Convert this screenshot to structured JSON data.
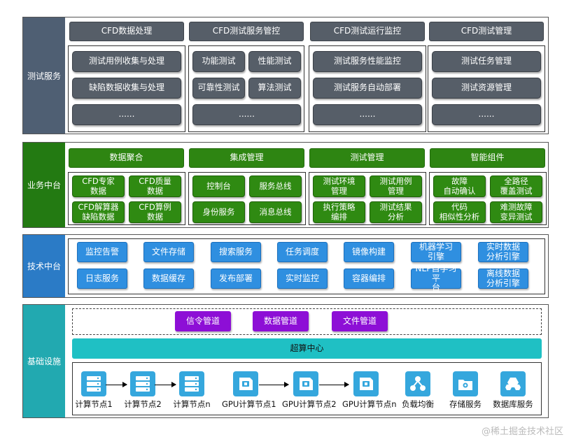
{
  "layers": {
    "test_services": {
      "label": "测试服务",
      "columns": [
        {
          "title": "CFD数据处理"
        },
        {
          "title": "CFD测试服务管控"
        },
        {
          "title": "CFD测试运行监控"
        },
        {
          "title": "CFD测试管理"
        }
      ],
      "items": {
        "c1": [
          "测试用例收集与处理",
          "缺陷数据收集与处理",
          "......"
        ],
        "c2": [
          "功能测试",
          "性能测试",
          "可靠性测试",
          "算法测试",
          "......"
        ],
        "c3": [
          "测试服务性能监控",
          "测试服务自动部署",
          "......"
        ],
        "c4": [
          "测试任务管理",
          "测试资源管理",
          "......"
        ]
      }
    },
    "business": {
      "label": "业务中台",
      "columns": [
        {
          "title": "数据聚合"
        },
        {
          "title": "集成管理"
        },
        {
          "title": "测试管理"
        },
        {
          "title": "智能组件"
        }
      ],
      "items": {
        "c1": [
          "CFD专家\n数据",
          "CFD质量\n数据",
          "CFD解算器\n缺陷数据",
          "CFD算例\n数据"
        ],
        "c2": [
          "控制台",
          "服务总线",
          "身份服务",
          "消息总线"
        ],
        "c3": [
          "测试环境\n管理",
          "测试用例\n管理",
          "执行策略\n编排",
          "测试结果\n分析"
        ],
        "c4": [
          "故障\n自动确认",
          "全路径\n覆盖测试",
          "代码\n相似性分析",
          "难测故障\n变异测试"
        ]
      }
    },
    "tech": {
      "label": "技术中台",
      "row1": [
        "监控告警",
        "文件存储",
        "搜索服务",
        "任务调度",
        "镜像构建",
        "机器学习\n引擎",
        "实时数据\n分析引擎"
      ],
      "row2": [
        "日志服务",
        "数据缓存",
        "发布部署",
        "实时监控",
        "容器编排",
        "NLP自学习平\n台",
        "离线数据\n分析引擎"
      ]
    },
    "infra": {
      "label": "基础设施",
      "pipes": [
        "信令管道",
        "数据管道",
        "文件管道"
      ],
      "center": "超算中心",
      "nodes": [
        "计算节点1",
        "计算节点2",
        "计算节点n",
        "GPU计算节点1",
        "GPU计算节点2",
        "GPU计算节点n",
        "负载均衡",
        "存储服务",
        "数据库服务"
      ]
    }
  },
  "colors": {
    "test_label_bg": "#4f5f73",
    "business_label_bg": "#237a12",
    "tech_label_bg": "#2b7bc6",
    "infra_label_bg": "#22a9b0",
    "gray_button": "#565e68",
    "green_button": "#2f8a12",
    "blue_button": "#2f8fe0",
    "purple_button": "#8d0fd6",
    "teal_bar": "#1fc0c4",
    "icon_blue": "#35a7dd"
  },
  "watermark": "@稀土掘金技术社区"
}
